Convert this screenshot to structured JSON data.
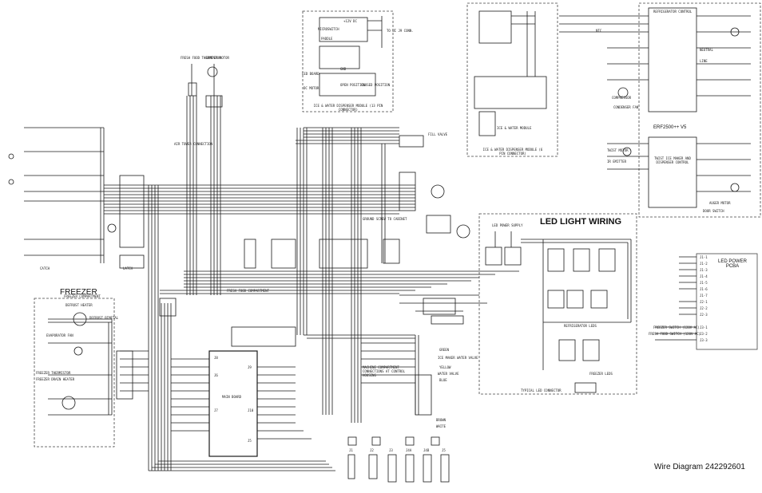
{
  "titles": {
    "freezer": "FREEZER",
    "led_light_wiring": "LED LIGHT WIRING",
    "main_board": "MAIN BOARD",
    "led_power_pcba": "LED POWER PCBA",
    "footer": "Wire Diagram 242292601",
    "refrigerator_control": "REFRIGERATOR CONTROL",
    "erf": "ERF2500++ V5",
    "twist_ice": "TWIST ICE MAKER AND DISPENSER CONTROL",
    "ice_water_module_top": "ICE & WATER DISPENSER MODULE (13 PIN CONNECTOR)",
    "ice_water_module_right": "ICE & WATER DISPENSER MODULE (6 PIN CONNECTOR)",
    "ice_water_module": "ICE & WATER MODULE",
    "refrigerator_leds": "REFRIGERATOR LEDS",
    "freezer_leds": "FREEZER LEDS",
    "typical_led_connector": "TYPICAL LED CONNECTOR",
    "led_power_supply": "LED POWER SUPPLY"
  },
  "labels": {
    "fresh_food_thermistor": "FRESH FOOD THERMISTOR",
    "damper_motor": "DAMPER MOTOR",
    "air_tower_connection": "AIR TOWER CONNECTION",
    "defrost_heater": "DEFROST HEATER",
    "defrost_bimetal": "DEFROST BIMETAL",
    "freezer_thermistor": "FREEZER THERMISTOR",
    "evaporator_fan": "EVAPORATOR FAN",
    "freezer_drain_heater": "FREEZER DRAIN HEATER",
    "freezer_compartment": "FREEZER COMPARTMENT",
    "fresh_food_compartment": "FRESH FOOD COMPARTMENT",
    "machine_compartment": "MACHINE COMPARTMENT CONNECTIONS AT CONTROL HOUSING",
    "compressor": "COMPRESSOR",
    "condenser_fan": "CONDENSER FAN",
    "fill_valve": "FILL VALVE",
    "led_board": "LED BOARD",
    "dc_motor": "DC MOTOR",
    "neutral": "NEUTRAL",
    "line": "LINE",
    "green": "GREEN",
    "white": "WHITE",
    "yellow": "YELLOW",
    "blue": "BLUE",
    "brown": "BROWN",
    "water_valve": "WATER VALVE",
    "ice_maker_water_valve": "ICE MAKER WATER VALVE",
    "door_switch": "DOOR SWITCH",
    "auger_motor": "AUGER MOTOR",
    "freezer_switch": "FREEZER SWITCH (120V AC)",
    "fresh_food_switch": "FRESH FOOD SWITCH (120V AC)",
    "ground_screw": "GROUND SCREW TO CABINET",
    "ntc": "NTC",
    "twist_motor": "TWIST MOTOR",
    "ir_emitter": "IR EMITTER",
    "open_position": "OPEN POSITION",
    "closed_position": "CLOSED POSITION",
    "to_ui_connector": "TO UI J9 CONN.",
    "plus12vdc": "+12V DC",
    "gnd": "GND",
    "microswitch": "MICROSWITCH",
    "paddle": "PADDLE",
    "latch": "LATCH",
    "catch": "CATCH"
  },
  "connectors": [
    "J1",
    "J2",
    "J3",
    "J4A",
    "J4B",
    "J5"
  ],
  "main_board_pins": [
    "J8",
    "J9",
    "J10",
    "J6",
    "J7",
    "J5"
  ],
  "led_power_pins": [
    "J1-1",
    "J1-2",
    "J1-3",
    "J1-4",
    "J1-5",
    "J1-6",
    "J1-7",
    "J2-1",
    "J2-2",
    "J2-3",
    "J3-1",
    "J3-2",
    "J3-3"
  ],
  "colors": {
    "wire": "#1a1a1a",
    "panel": "#444444",
    "paper": "#ffffff"
  }
}
